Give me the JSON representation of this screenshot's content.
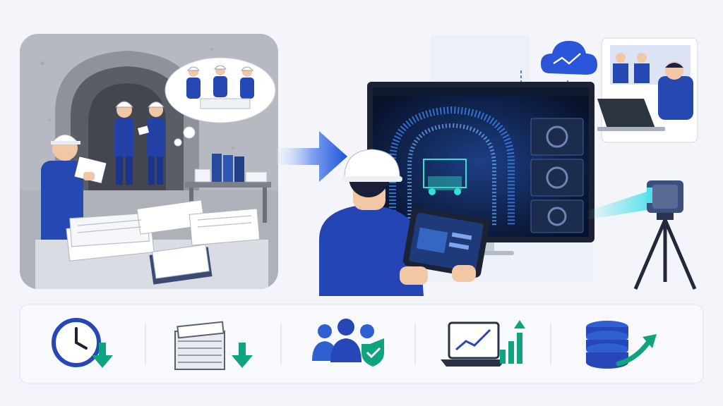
{
  "colors": {
    "primary_blue": "#2747b8",
    "accent_blue": "#1f5fe0",
    "teal": "#10a37f",
    "concrete": "#b9bcc4",
    "screen_bg": "#0c1830",
    "bar_bg": "#f8f9fd"
  },
  "icons": {
    "benefits": [
      "clock-down-icon",
      "documents-down-icon",
      "team-shield-icon",
      "laptop-growth-icon",
      "database-up-icon"
    ]
  },
  "left_scene": {
    "description_icons": [
      "tunnel-arch",
      "workers-hardhats",
      "paper-stacks",
      "binders",
      "thought-bubble"
    ]
  },
  "right_scene": {
    "monitor_tiles": 3,
    "devices": [
      "desktop-monitor",
      "tablet",
      "laser-scanner-tripod",
      "cloud",
      "video-call-laptop"
    ]
  }
}
